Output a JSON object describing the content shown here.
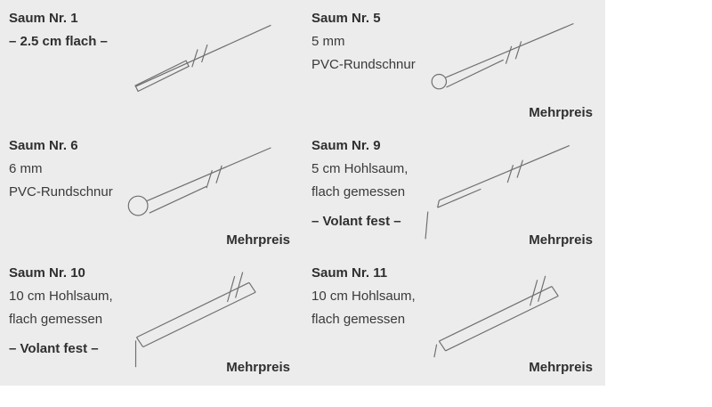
{
  "panel": {
    "background": "#ececec",
    "text_color": "#3a3a3a",
    "line_color": "#6f6f6f"
  },
  "cells": [
    {
      "title": "Saum Nr. 1",
      "lines": [
        "– 2.5 cm flach –"
      ],
      "mehrpreis": "",
      "diagram": "flat-seam"
    },
    {
      "title": "Saum Nr. 5",
      "lines": [
        "5 mm",
        "PVC-Rundschnur"
      ],
      "mehrpreis": "Mehrpreis",
      "diagram": "round-cord-5mm"
    },
    {
      "title": "Saum Nr. 6",
      "lines": [
        "6 mm",
        "PVC-Rundschnur"
      ],
      "mehrpreis": "Mehrpreis",
      "diagram": "round-cord-6mm"
    },
    {
      "title": "Saum Nr. 9",
      "lines": [
        "5 cm Hohlsaum,",
        "flach gemessen",
        "– Volant fest –"
      ],
      "mehrpreis": "Mehrpreis",
      "diagram": "hollow-seam-5cm-volant"
    },
    {
      "title": "Saum Nr. 10",
      "lines": [
        "10 cm Hohlsaum,",
        "flach gemessen",
        "– Volant fest –"
      ],
      "mehrpreis": "Mehrpreis",
      "diagram": "hollow-seam-10cm-volant"
    },
    {
      "title": "Saum Nr. 11",
      "lines": [
        "10 cm Hohlsaum,",
        "flach gemessen"
      ],
      "mehrpreis": "Mehrpreis",
      "diagram": "hollow-seam-10cm"
    }
  ]
}
